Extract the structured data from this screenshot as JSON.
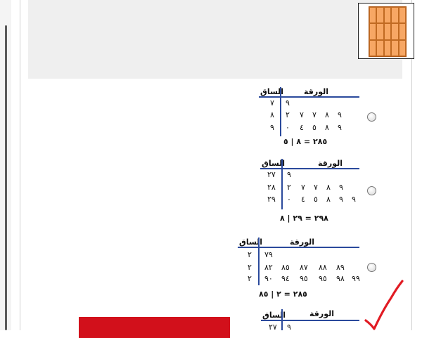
{
  "options": [
    {
      "header_leaf": "الورقة",
      "header_stem": "الساق",
      "rows": [
        {
          "stem": "٧",
          "leaves": [
            "٩"
          ]
        },
        {
          "stem": "٨",
          "leaves": [
            "٩",
            "٨",
            "٧",
            "٧",
            "٢"
          ]
        },
        {
          "stem": "٩",
          "leaves": [
            "٩",
            "٨",
            "٥",
            "٤",
            "٠"
          ]
        }
      ],
      "key": "٢٨٥ = ٨ | ٥"
    },
    {
      "header_leaf": "الورقة",
      "header_stem": "الساق",
      "rows": [
        {
          "stem": "٢٧",
          "leaves": [
            "٩"
          ]
        },
        {
          "stem": "٢٨",
          "leaves": [
            "٩",
            "٨",
            "٧",
            "٧",
            "٢"
          ]
        },
        {
          "stem": "٢٩",
          "leaves": [
            "٩",
            "٩",
            "٨",
            "٥",
            "٤",
            "٠"
          ]
        }
      ],
      "key": "٢٩٨ = ٢٩ | ٨"
    },
    {
      "header_leaf": "الورقة",
      "header_stem": "الساق",
      "rows": [
        {
          "stem": "٢",
          "leaves": [
            "٧٩"
          ]
        },
        {
          "stem": "٢",
          "leaves": [
            "٨٩",
            "٨٨",
            "٨٧",
            "٨٥",
            "٨٢"
          ]
        },
        {
          "stem": "٢",
          "leaves": [
            "٩٩",
            "٩٨",
            "٩٥",
            "٩٥",
            "٩٤",
            "٩٠"
          ]
        }
      ],
      "key": "٢٨٥ = ٢ | ٨٥"
    },
    {
      "header_leaf": "الورقة",
      "header_stem": "الساق",
      "rows": [
        {
          "stem": "٢٧",
          "leaves": [
            "٩"
          ]
        }
      ]
    }
  ]
}
